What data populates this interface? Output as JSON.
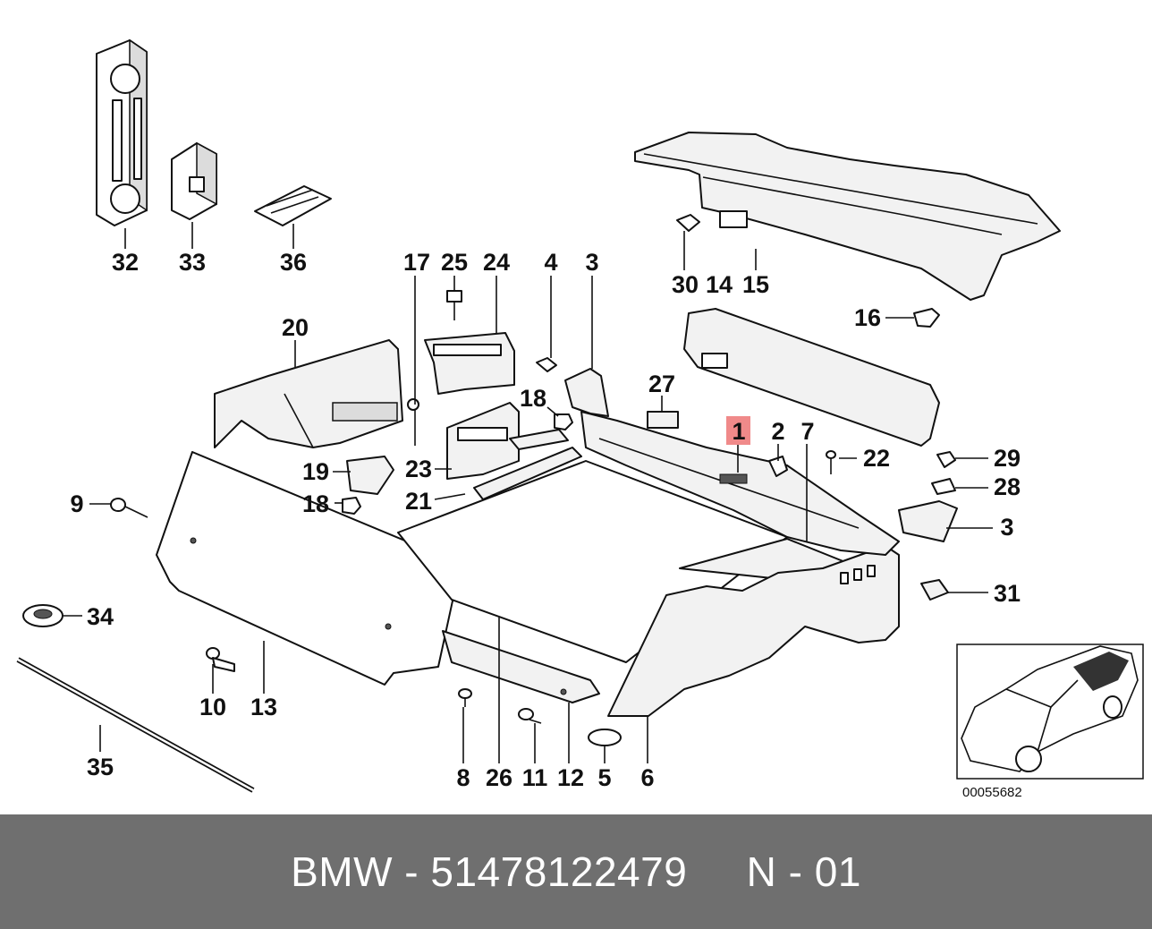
{
  "diagram": {
    "callouts": [
      "32",
      "33",
      "36",
      "17",
      "25",
      "24",
      "4",
      "3",
      "30",
      "14",
      "15",
      "16",
      "20",
      "27",
      "18",
      "1",
      "2",
      "7",
      "22",
      "29",
      "28",
      "19",
      "23",
      "9",
      "21",
      "18",
      "3",
      "31",
      "34",
      "10",
      "13",
      "35",
      "8",
      "26",
      "11",
      "12",
      "5",
      "6"
    ],
    "highlighted_callout": "1",
    "highlight_color": "#f08a8a",
    "inset_code": "00055682"
  },
  "footer": {
    "text": "BMW - 51478122479     N - 01",
    "background": "#6f6f6f"
  }
}
